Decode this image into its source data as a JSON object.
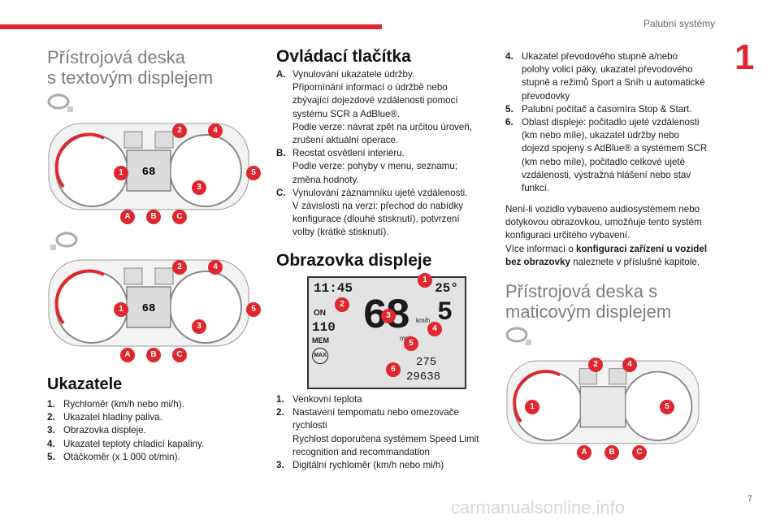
{
  "header": {
    "section": "Palubní systémy",
    "chapter": "1",
    "page": "7"
  },
  "col1": {
    "title_line1": "Přístrojová deska",
    "title_line2": "s textovým displejem",
    "gauges_heading": "Ukazatele",
    "gauges": [
      {
        "k": "1.",
        "t": "Rychloměr (km/h nebo mi/h)."
      },
      {
        "k": "2.",
        "t": "Ukazatel hladiny paliva."
      },
      {
        "k": "3.",
        "t": "Obrazovka displeje."
      },
      {
        "k": "4.",
        "t": "Ukazatel teploty chladicí kapaliny."
      },
      {
        "k": "5.",
        "t": "Otáčkoměr (x 1 000 ot/min)."
      }
    ]
  },
  "col2": {
    "buttons_heading": "Ovládací tlačítka",
    "buttons": [
      {
        "k": "A.",
        "lines": [
          "Vynulování ukazatele údržby.",
          "Připomínání informací o údržbě nebo",
          "zbývající dojezdové vzdálenosti pomocí",
          "systému SCR a AdBlue®.",
          "Podle verze: návrat zpět na určitou úroveň,",
          "zrušení aktuální operace."
        ]
      },
      {
        "k": "B.",
        "lines": [
          "Reostat osvětlení interiéru.",
          "Podle verze: pohyby v menu, seznamu;",
          "změna hodnoty."
        ]
      },
      {
        "k": "C.",
        "lines": [
          "Vynulování záznamníku ujeté vzdálenosti.",
          "V závislosti na verzi: přechod do nabídky",
          "konfigurace (dlouhé stisknutí), potvrzení",
          "volby (krátké stisknutí)."
        ]
      }
    ],
    "screen_heading": "Obrazovka displeje",
    "screen": [
      {
        "k": "1.",
        "lines": [
          "Venkovní teplota"
        ]
      },
      {
        "k": "2.",
        "lines": [
          "Nastavení tempomatu nebo omezovače",
          "rychlosti",
          "Rychlost doporučená systémem Speed Limit",
          "recognition and recommandation"
        ]
      },
      {
        "k": "3.",
        "lines": [
          "Digitální rychloměr (km/h nebo mi/h)"
        ]
      }
    ],
    "lcd": {
      "time": "11:45",
      "temp": "25°",
      "speed": "68",
      "gear": "5",
      "unit": "km/h",
      "unit2": "mph",
      "odo1": "275",
      "odo2": "29638",
      "cruise": "110",
      "on": "ON",
      "mem": "MEM",
      "max": "MAX"
    }
  },
  "col3": {
    "items": [
      {
        "k": "4.",
        "lines": [
          "Ukazatel převodového stupně a/nebo",
          "polohy volicí páky, ukazatel převodového",
          "stupně a režimů Sport a Sníh u automatické",
          "převodovky"
        ]
      },
      {
        "k": "5.",
        "lines": [
          "Palubní počítač a časomíra Stop & Start."
        ]
      },
      {
        "k": "6.",
        "lines": [
          "Oblast displeje: počitadlo ujeté vzdálenosti",
          "(km nebo míle), ukazatel údržby nebo",
          "dojezd spojený s AdBlue® a systémem SCR",
          "(km nebo míle), počitadlo celkové ujeté",
          "vzdálenosti, výstražná hlášení nebo stav",
          "funkcí."
        ]
      }
    ],
    "para1": [
      "Není-li vozidlo vybaveno audiosystémem nebo",
      "dotykovou obrazovkou, umožňuje tento systém",
      "konfiguraci určitého vybavení."
    ],
    "para2_pre": "Více informací o ",
    "para2_bold1": "konfiguraci zařízení u vozidel",
    "para2_bold2": "bez obrazovky",
    "para2_post": " naleznete v příslušné kapitole.",
    "title_line1": "Přístrojová deska s",
    "title_line2": "maticovým displejem"
  },
  "markers": {
    "m1": "1",
    "m2": "2",
    "m3": "3",
    "m4": "4",
    "m5": "5",
    "m6": "6",
    "a": "A",
    "b": "B",
    "c": "C"
  },
  "watermark": "carmanualsonline.info"
}
